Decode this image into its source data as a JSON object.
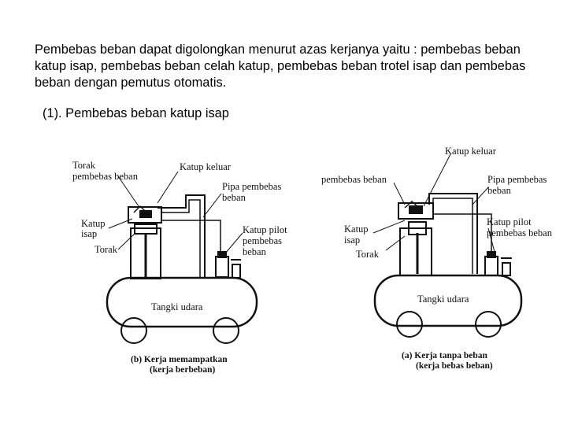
{
  "intro_text": "Pembebas beban dapat digolongkan menurut azas kerjanya yaitu : pembebas beban katup isap, pembebas beban celah katup, pembebas beban trotel isap dan pembebas beban dengan pemutus otomatis.",
  "section_heading": "(1). Pembebas beban katup isap",
  "figure_left": {
    "label_torak_pembebas_1": "Torak",
    "label_torak_pembebas_2": "pembebas beban",
    "label_katup_keluar": "Katup keluar",
    "label_pipa_1": "Pipa pembebas",
    "label_pipa_2": "beban",
    "label_katup_isap_1": "Katup",
    "label_katup_isap_2": "isap",
    "label_torak": "Torak",
    "label_pilot_1": "Katup pilot",
    "label_pilot_2": "pembebas",
    "label_pilot_3": "beban",
    "label_tangki": "Tangki udara",
    "caption_1": "(b)  Kerja memampatkan",
    "caption_2": "(kerja berbeban)"
  },
  "figure_right": {
    "label_katup_keluar": "Katup keluar",
    "label_pembebas_beban": "pembebas beban",
    "label_pipa_1": "Pipa pembebas",
    "label_pipa_2": "beban",
    "label_katup_1": "Katup",
    "label_katup_2": "isap",
    "label_pilot_1": "Katup pilot",
    "label_pilot_2": "pembebas beban",
    "label_torak": "Torak",
    "label_tangki": "Tangki udara",
    "caption_1": "(a)  Kerja tanpa beban",
    "caption_2": "(kerja bebas beban)"
  }
}
